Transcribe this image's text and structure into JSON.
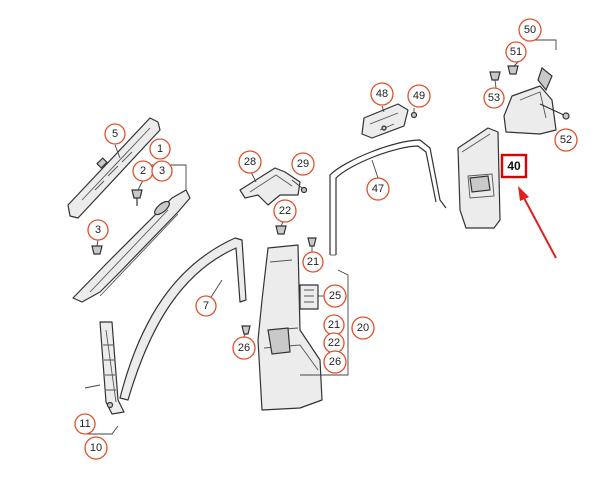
{
  "diagram": {
    "callouts": [
      {
        "id": "c50",
        "label": "50"
      },
      {
        "id": "c51",
        "label": "51"
      },
      {
        "id": "c53",
        "label": "53"
      },
      {
        "id": "c52",
        "label": "52"
      },
      {
        "id": "c48",
        "label": "48"
      },
      {
        "id": "c49",
        "label": "49"
      },
      {
        "id": "c47",
        "label": "47"
      },
      {
        "id": "c5",
        "label": "5"
      },
      {
        "id": "c1",
        "label": "1"
      },
      {
        "id": "c2",
        "label": "2"
      },
      {
        "id": "c3a",
        "label": "3"
      },
      {
        "id": "c3b",
        "label": "3"
      },
      {
        "id": "c28",
        "label": "28"
      },
      {
        "id": "c29",
        "label": "29"
      },
      {
        "id": "c22a",
        "label": "22"
      },
      {
        "id": "c21a",
        "label": "21"
      },
      {
        "id": "c25",
        "label": "25"
      },
      {
        "id": "c21b",
        "label": "21"
      },
      {
        "id": "c20",
        "label": "20"
      },
      {
        "id": "c22b",
        "label": "22"
      },
      {
        "id": "c26a",
        "label": "26"
      },
      {
        "id": "c26b",
        "label": "26"
      },
      {
        "id": "c7",
        "label": "7"
      },
      {
        "id": "c11",
        "label": "11"
      },
      {
        "id": "c10",
        "label": "10"
      }
    ],
    "highlight": {
      "label": "40",
      "color": "#e00000"
    },
    "colors": {
      "callout_ring": "#e0502a",
      "arrow": "#e02020",
      "part_fill": "#ececec"
    }
  }
}
